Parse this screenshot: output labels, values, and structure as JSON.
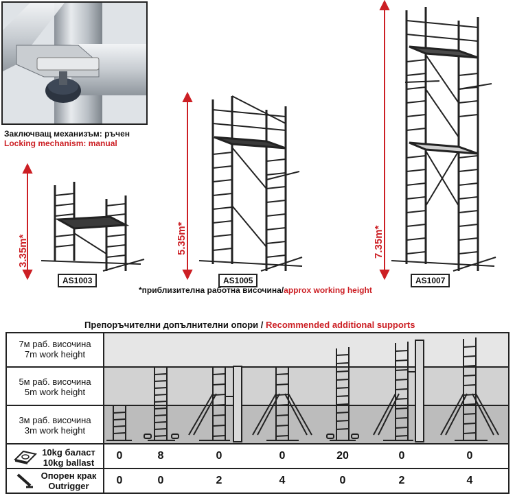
{
  "lock_photo": {
    "caption_bg": "Заключващ механизъм: ръчен",
    "caption_en": "Locking mechanism: manual"
  },
  "models": [
    {
      "name": "AS1003",
      "height": "3.35m*"
    },
    {
      "name": "AS1005",
      "height": "5.35m*"
    },
    {
      "name": "AS1007",
      "height": "7.35m*"
    }
  ],
  "footnote": {
    "bg": "*приблизителна работна височина/",
    "en": "approx working height"
  },
  "supports": {
    "title_bg": "Препоръчителни допълнителни опори / ",
    "title_en": "Recommended additional supports",
    "rows": [
      {
        "bg": "7м раб. височина",
        "en": "7m work height"
      },
      {
        "bg": "5м раб. височина",
        "en": "5m work height"
      },
      {
        "bg": "3м раб. височина",
        "en": "3m work height"
      }
    ],
    "ballast": {
      "bg": "10kg баласт",
      "en": "10kg ballast",
      "icon": "ballast-weight-icon",
      "values": [
        "0",
        "8",
        "0",
        "0",
        "20",
        "0",
        "0"
      ]
    },
    "outrigger": {
      "bg": "Опорен крак",
      "en": "Outrigger",
      "icon": "outrigger-leg-icon",
      "values": [
        "0",
        "0",
        "2",
        "4",
        "0",
        "2",
        "4"
      ]
    }
  },
  "colors": {
    "accent_red": "#cc1f24",
    "band_light": "#e6e6e6",
    "band_mid": "#d2d2d2",
    "band_dark": "#bcbcbc"
  }
}
